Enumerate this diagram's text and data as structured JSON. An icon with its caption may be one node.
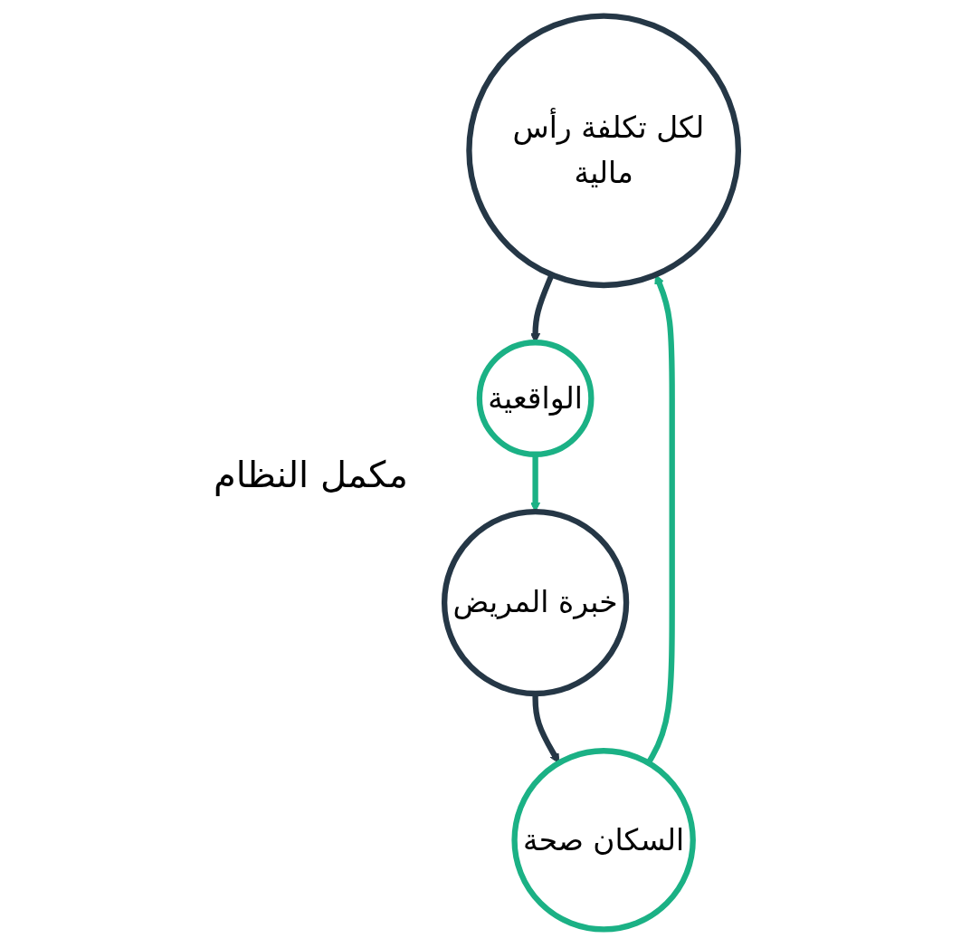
{
  "diagram": {
    "nodes": [
      {
        "text": [
          "لكل تكلفة رأس مالية"
        ]
      },
      {
        "text": [
          "الواقعية"
        ]
      },
      {
        "text": [
          "خبرة المريض"
        ]
      },
      {
        "text": [
          "السكان صحة"
        ]
      }
    ],
    "edges": [
      {
        "from": 0,
        "to": 1,
        "arrow": "to",
        "color": "#253746"
      },
      {
        "from": 1,
        "to": 2,
        "arrow": "to",
        "color": "#1bb185"
      },
      {
        "from": 2,
        "to": 3,
        "arrow": "to",
        "color": "#253746"
      },
      {
        "from": 3,
        "to": 0,
        "arrow": "to",
        "color": "#1bb185"
      }
    ],
    "labels": [
      "مكمل النظام"
    ]
  }
}
